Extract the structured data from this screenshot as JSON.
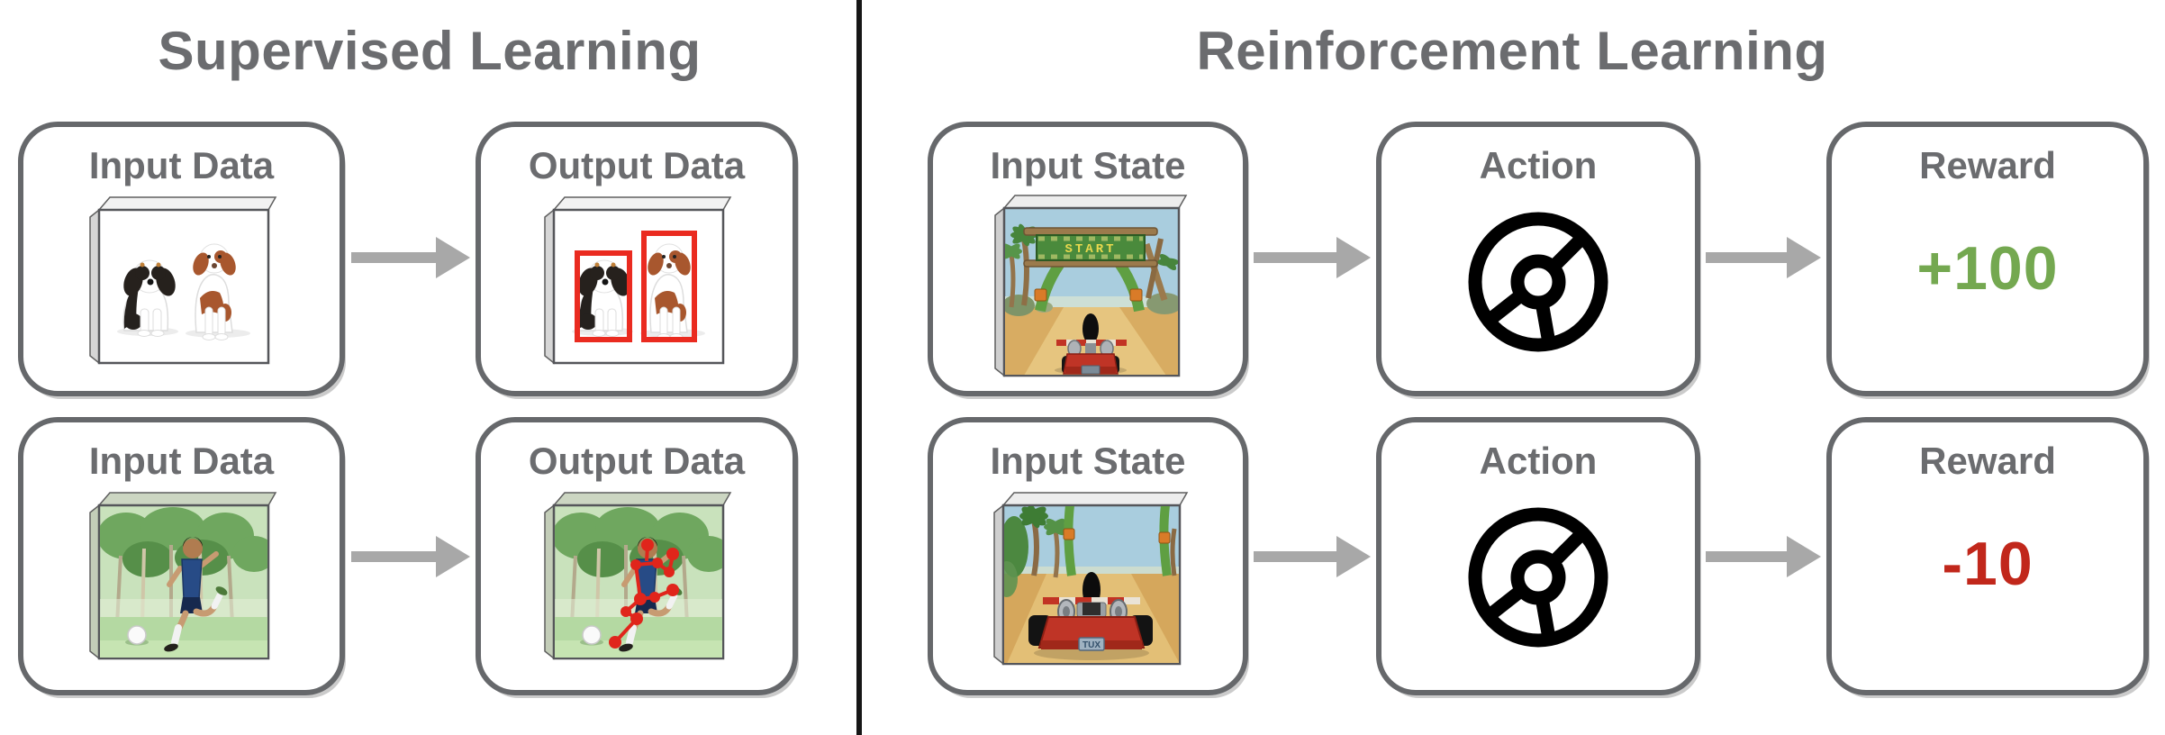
{
  "colors": {
    "title_gray": "#6b6c6f",
    "box_border_gray": "#66686b",
    "arrow_gray": "#a8a8a8",
    "divider_black": "#161616",
    "positive_reward_green": "#74a850",
    "negative_reward_red": "#c1271b",
    "annotation_red": "#ea2b20"
  },
  "supervised": {
    "title": "Supervised Learning",
    "row1": {
      "input_label": "Input Data",
      "output_label": "Output Data",
      "input_image": "two-dogs-photo",
      "output_image": "two-dogs-photo-with-red-detection-boxes"
    },
    "row2": {
      "input_label": "Input Data",
      "output_label": "Output Data",
      "input_image": "soccer-player-kicking-ball-photo",
      "output_image": "soccer-player-photo-with-red-pose-keypoints"
    }
  },
  "reinforcement": {
    "title": "Reinforcement Learning",
    "row1": {
      "state_label": "Input State",
      "action_label": "Action",
      "reward_label": "Reward",
      "reward_value": "+100",
      "state_image": "kart-game-start-line-screenshot",
      "banner_text": "START"
    },
    "row2": {
      "state_label": "Input State",
      "action_label": "Action",
      "reward_label": "Reward",
      "reward_value": "-10",
      "state_image": "kart-game-on-track-screenshot",
      "plate_text": "TUX"
    }
  }
}
